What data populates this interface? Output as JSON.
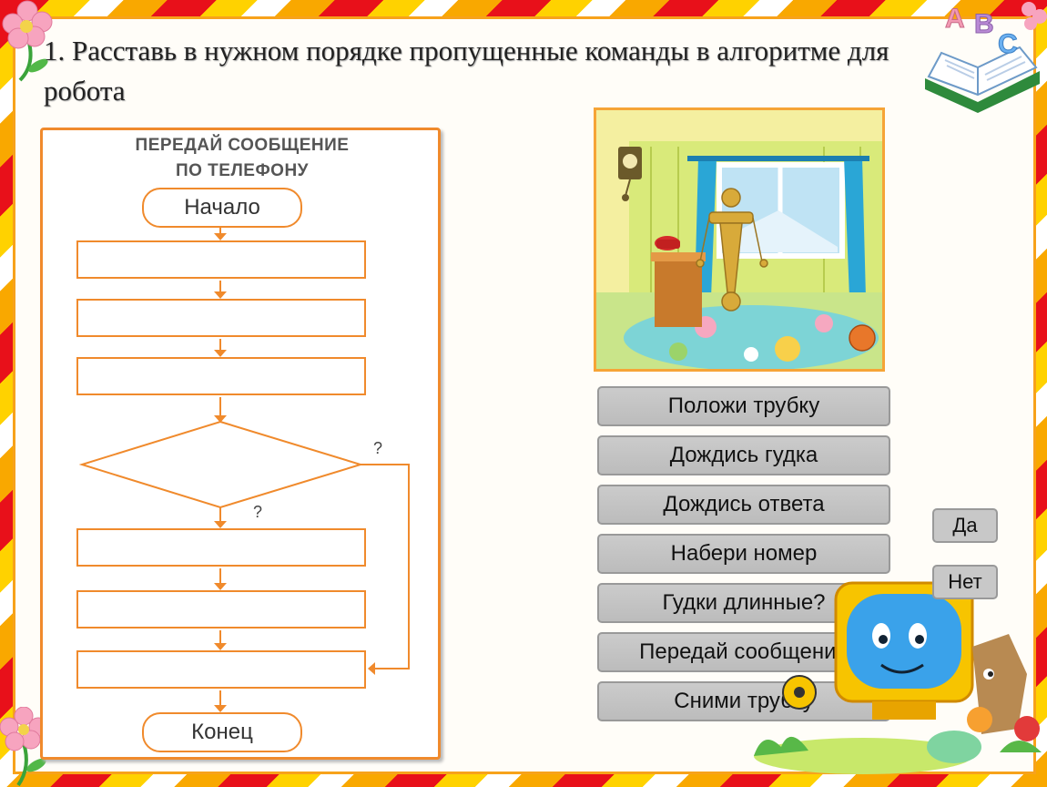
{
  "title": "1. Расставь  в нужном порядке пропущенные команды в алгоритме для робота",
  "flowchart": {
    "heading_line1": "ПЕРЕДАЙ СООБЩЕНИЕ",
    "heading_line2": "ПО ТЕЛЕФОНУ",
    "start_label": "Начало",
    "end_label": "Конец",
    "branch_mark_right": "?",
    "branch_mark_down": "?"
  },
  "commands": [
    {
      "label": "Положи трубку"
    },
    {
      "label": "Дождись гудка"
    },
    {
      "label": "Дождись ответа"
    },
    {
      "label": "Набери номер"
    },
    {
      "label": "Гудки длинные?"
    },
    {
      "label": "Передай сообщение"
    },
    {
      "label": "Сними трубку"
    }
  ],
  "answers": {
    "yes_label": "Да",
    "no_label": "Нет"
  },
  "book_letters": [
    "A",
    "B",
    "C"
  ],
  "colors": {
    "accent_orange": "#f08a2c",
    "button_gray": "#c4c4c4",
    "border_red": "#e8101a",
    "border_yellow": "#ffd200"
  }
}
